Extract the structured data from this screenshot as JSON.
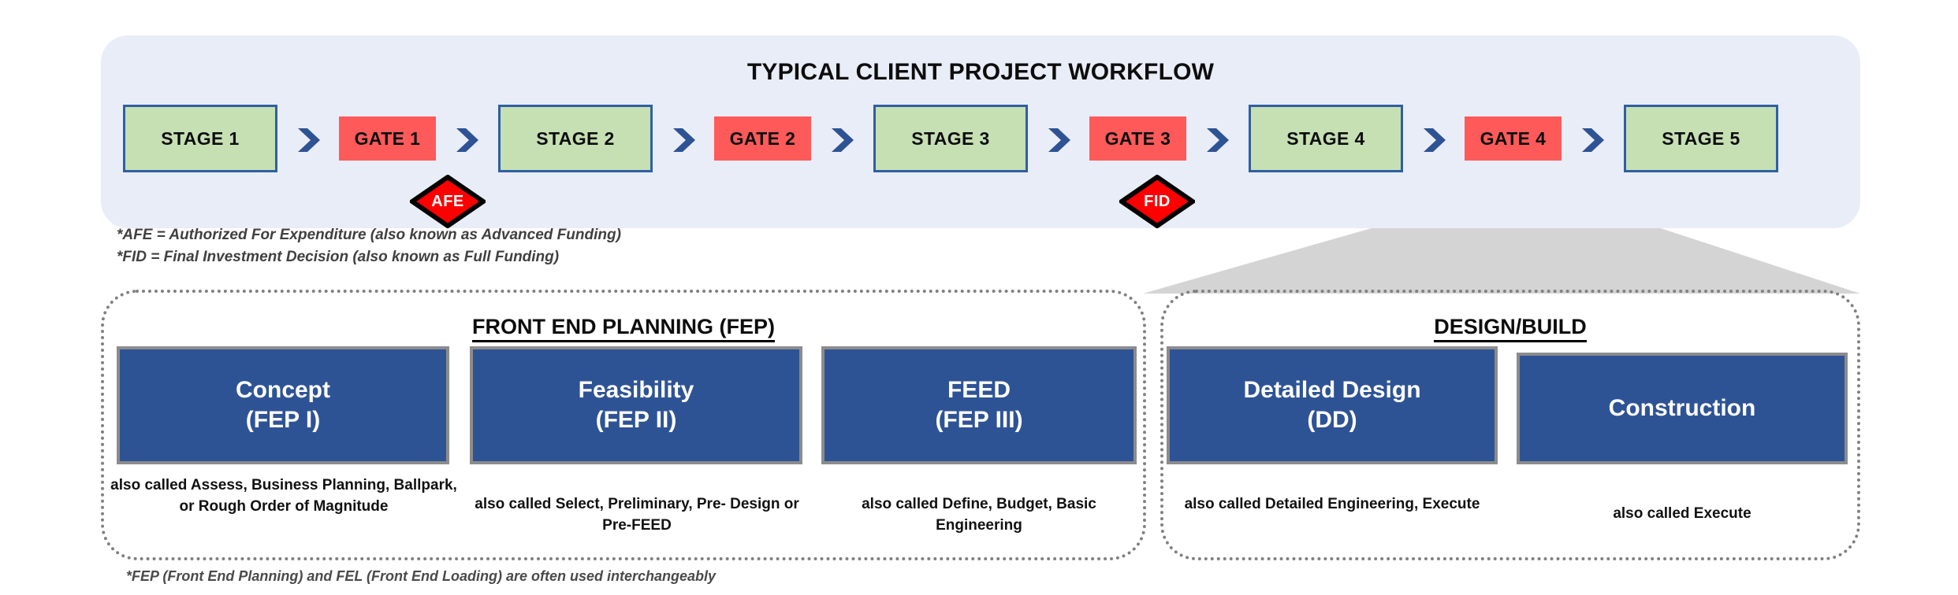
{
  "banner": {
    "title": "TYPICAL CLIENT PROJECT WORKFLOW",
    "background_color": "#E9EDF7",
    "flow": [
      {
        "kind": "stage",
        "label": "STAGE 1"
      },
      {
        "kind": "chevron",
        "label": "chevron-right-icon"
      },
      {
        "kind": "gate",
        "label": "GATE 1"
      },
      {
        "kind": "chevron",
        "label": "chevron-right-icon"
      },
      {
        "kind": "stage",
        "label": "STAGE 2"
      },
      {
        "kind": "chevron",
        "label": "chevron-right-icon"
      },
      {
        "kind": "gate",
        "label": "GATE 2"
      },
      {
        "kind": "chevron",
        "label": "chevron-right-icon"
      },
      {
        "kind": "stage",
        "label": "STAGE 3"
      },
      {
        "kind": "chevron",
        "label": "chevron-right-icon"
      },
      {
        "kind": "gate",
        "label": "GATE 3"
      },
      {
        "kind": "chevron",
        "label": "chevron-right-icon"
      },
      {
        "kind": "stage",
        "label": "STAGE 4"
      },
      {
        "kind": "chevron",
        "label": "chevron-right-icon"
      },
      {
        "kind": "gate",
        "label": "GATE 4"
      },
      {
        "kind": "chevron",
        "label": "chevron-right-icon"
      },
      {
        "kind": "stage",
        "label": "STAGE 5"
      }
    ],
    "stage_fill": "#C6E0B4",
    "stage_border": "#2F5FA3",
    "gate_fill": "#FF5A5A",
    "chevron_color": "#2E5395",
    "milestones": [
      {
        "label": "AFE",
        "under": "GATE 1",
        "fill": "#FF0000",
        "border": "#000000"
      },
      {
        "label": "FID",
        "under": "GATE 3",
        "fill": "#FF0000",
        "border": "#000000"
      }
    ]
  },
  "footnotes": {
    "afe": "*AFE = Authorized For Expenditure (also known as Advanced Funding)",
    "fid": "*FID = Final Investment Decision (also known as Full Funding)",
    "fep_fel": "*FEP (Front End Planning) and FEL (Front End Loading) are often used interchangeably"
  },
  "panels": [
    {
      "id": "fep",
      "title": "FRONT END PLANNING (FEP)",
      "phases": [
        {
          "name": "Concept",
          "code": "(FEP I)",
          "caption": "also called Assess, Business Planning, Ballpark, or Rough Order of Magnitude"
        },
        {
          "name": "Feasibility",
          "code": "(FEP II)",
          "caption": "also called Select, Preliminary, Pre- Design or Pre-FEED"
        },
        {
          "name": "FEED",
          "code": "(FEP III)",
          "caption": "also called Define, Budget, Basic Engineering"
        }
      ]
    },
    {
      "id": "design-build",
      "title": "DESIGN/BUILD",
      "phases": [
        {
          "name": "Detailed Design",
          "code": "(DD)",
          "caption": "also called Detailed Engineering, Execute"
        },
        {
          "name": "Construction",
          "code": "",
          "caption": "also called Execute"
        }
      ]
    }
  ],
  "connector": {
    "name": "funnel-connector",
    "from": "STAGE 4",
    "to": "DESIGN/BUILD",
    "color": "#D4D4D4"
  },
  "colors": {
    "phase_box_fill": "#2E5395",
    "phase_box_border": "#8C8C8C",
    "panel_border": "#808080"
  }
}
